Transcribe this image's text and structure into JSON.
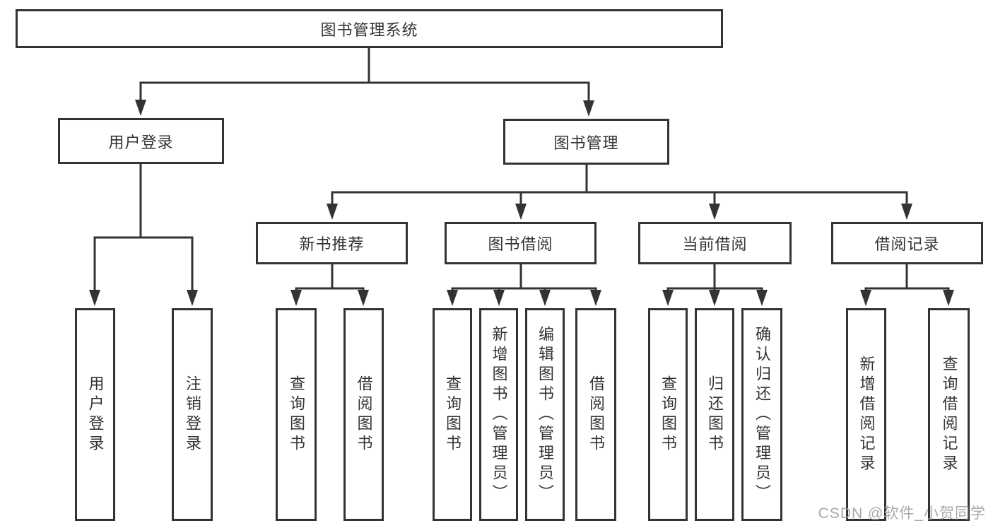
{
  "diagram_title": "图书管理系统",
  "nodes": {
    "root": {
      "label": "图书管理系统"
    },
    "user_login": {
      "label": "用户登录"
    },
    "book_mgmt": {
      "label": "图书管理"
    },
    "new_book_rec": {
      "label": "新书推荐"
    },
    "book_borrow": {
      "label": "图书借阅"
    },
    "current_borrow": {
      "label": "当前借阅"
    },
    "borrow_record": {
      "label": "借阅记录"
    },
    "leaf_user_login": {
      "label": "用户登录"
    },
    "leaf_logout": {
      "label": "注销登录"
    },
    "leaf_rec_query": {
      "label": "查询图书"
    },
    "leaf_rec_borrow": {
      "label": "借阅图书"
    },
    "leaf_bb_query": {
      "label": "查询图书"
    },
    "leaf_bb_add": {
      "label": "新增图书（管理员）"
    },
    "leaf_bb_edit": {
      "label": "编辑图书（管理员）"
    },
    "leaf_bb_borrow": {
      "label": "借阅图书"
    },
    "leaf_cb_query": {
      "label": "查询图书"
    },
    "leaf_cb_return": {
      "label": "归还图书"
    },
    "leaf_cb_confirm": {
      "label": "确认归还（管理员）"
    },
    "leaf_br_add": {
      "label": "新增借阅记录"
    },
    "leaf_br_query": {
      "label": "查询借阅记录"
    }
  },
  "colors": {
    "line": "#333333",
    "text": "#333333",
    "background": "#ffffff",
    "watermark": "#a2a2a2"
  },
  "watermark": {
    "text": "CSDN @软件_小贺同学"
  }
}
